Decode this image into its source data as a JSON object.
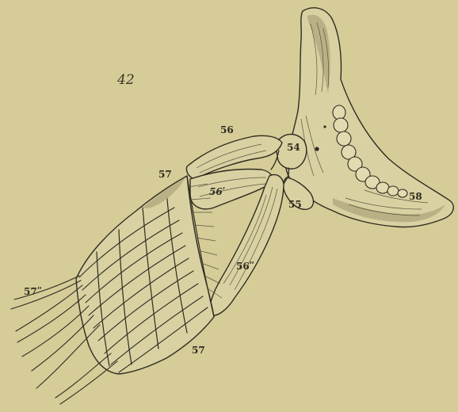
{
  "figure": {
    "number": "42",
    "background_color": "#d5cc98",
    "ink_color": "#2f2c20"
  },
  "labels": {
    "l54": "54",
    "l55": "55",
    "l56": "56",
    "l56_prime": "56ʹ",
    "l56_double_prime": "56ʺ",
    "l57_top": "57",
    "l57_bottom": "57",
    "l57_double_prime": "57ʺ",
    "l58": "58"
  }
}
